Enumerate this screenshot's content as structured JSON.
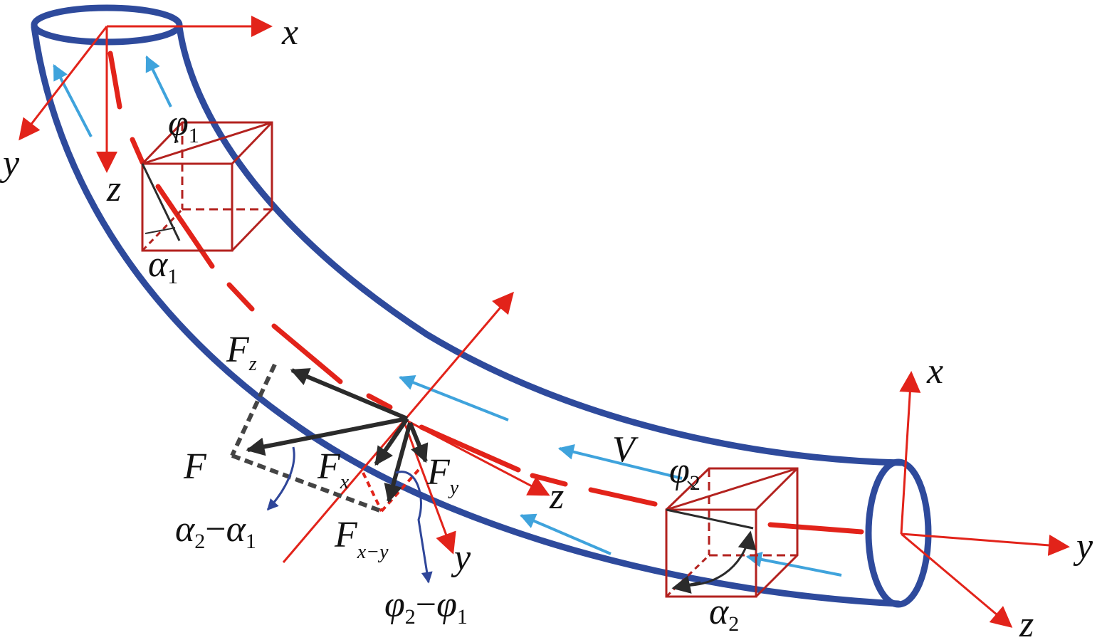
{
  "colors": {
    "pipe": "#2e4a9c",
    "axis": "#e2231a",
    "flow": "#3fa3dc",
    "cube": "#b3221f",
    "force": "#2b2b2b",
    "angle": "#2f4699"
  },
  "inlet_axes": {
    "x": "x",
    "y": "y",
    "z": "z"
  },
  "outlet_axes": {
    "x": "x",
    "y": "y",
    "z": "z"
  },
  "center_axes": {
    "y": "y",
    "z": "z"
  },
  "cube1": {
    "phi": "φ",
    "phi_sub": "1",
    "alpha": "α",
    "alpha_sub": "1"
  },
  "cube2": {
    "phi": "φ",
    "phi_sub": "2",
    "alpha": "α",
    "alpha_sub": "2"
  },
  "velocity": "V",
  "forces": {
    "F": "F",
    "Fz": "F",
    "Fz_sub": "z",
    "Fx": "F",
    "Fx_sub": "x",
    "Fy": "F",
    "Fy_sub": "y",
    "Fxy": "F",
    "Fxy_sub": "x−y"
  },
  "angle_diff_alpha": {
    "a": "α",
    "a_sub": "2",
    "minus": "−",
    "b": "α",
    "b_sub": "1"
  },
  "angle_diff_phi": {
    "a": "φ",
    "a_sub": "2",
    "minus": "−",
    "b": "φ",
    "b_sub": "1"
  }
}
